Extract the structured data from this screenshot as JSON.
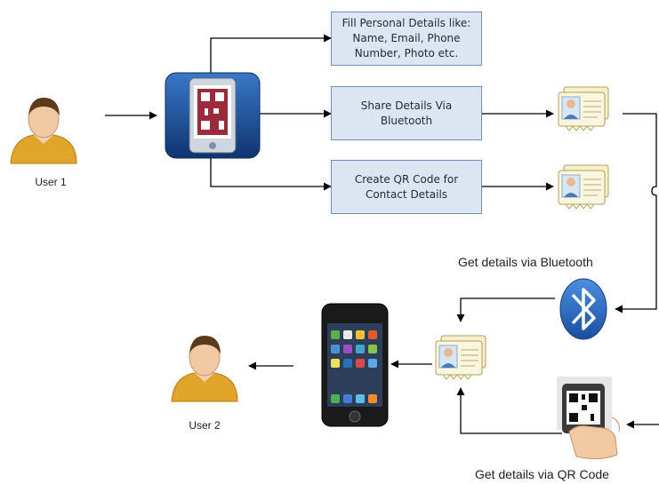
{
  "users": {
    "user1": "User 1",
    "user2": "User 2"
  },
  "boxes": {
    "fill_details": "Fill Personal Details like:\nName, Email, Phone\nNumber, Photo etc.",
    "share_bluetooth": "Share Details Via\nBluetooth",
    "create_qr": "Create QR Code for\nContact Details"
  },
  "captions": {
    "via_bluetooth": "Get details via Bluetooth",
    "via_qr": "Get details via QR Code"
  },
  "colors": {
    "box_fill": "#dce6f2",
    "box_border": "#6f8fb5",
    "bluetooth_blue": "#1e5fb4",
    "app_icon_blue": "#1c4f96",
    "user_shirt": "#e0a52a"
  },
  "icons": [
    "user-icon",
    "app-icon",
    "contact-card-icon",
    "bluetooth-icon",
    "smartphone-icon",
    "qr-scan-phone-icon"
  ]
}
